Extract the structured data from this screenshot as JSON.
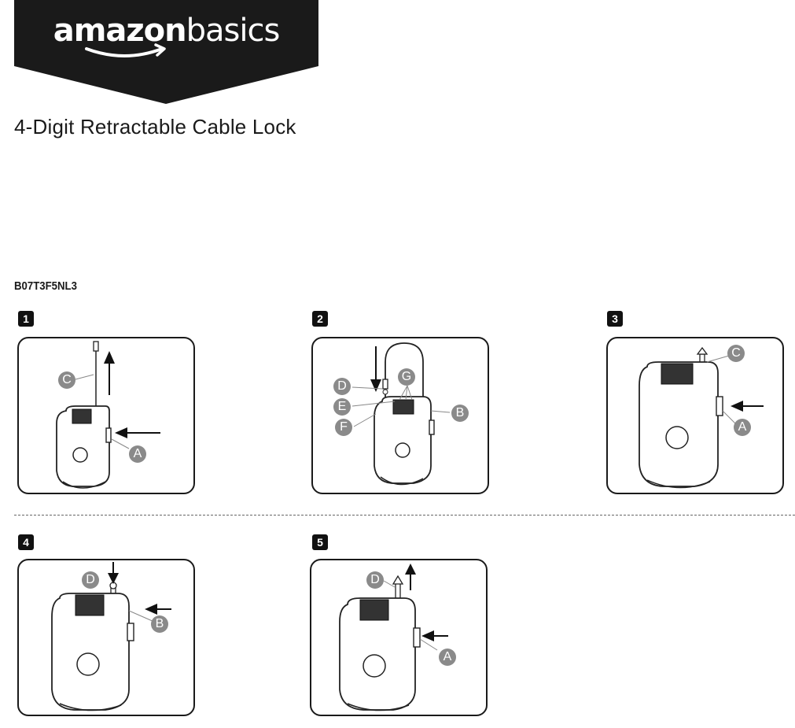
{
  "brand": {
    "part1": "amazon",
    "part2": "basics",
    "banner_color": "#1a1a1a"
  },
  "title": "4-Digit Retractable Cable Lock",
  "sku": "B07T3F5NL3",
  "steps": [
    {
      "number": "1",
      "callouts": [
        "C",
        "A"
      ]
    },
    {
      "number": "2",
      "callouts": [
        "D",
        "E",
        "F",
        "G",
        "B"
      ]
    },
    {
      "number": "3",
      "callouts": [
        "C",
        "A"
      ]
    },
    {
      "number": "4",
      "callouts": [
        "D",
        "B"
      ]
    },
    {
      "number": "5",
      "callouts": [
        "D",
        "A"
      ]
    }
  ]
}
